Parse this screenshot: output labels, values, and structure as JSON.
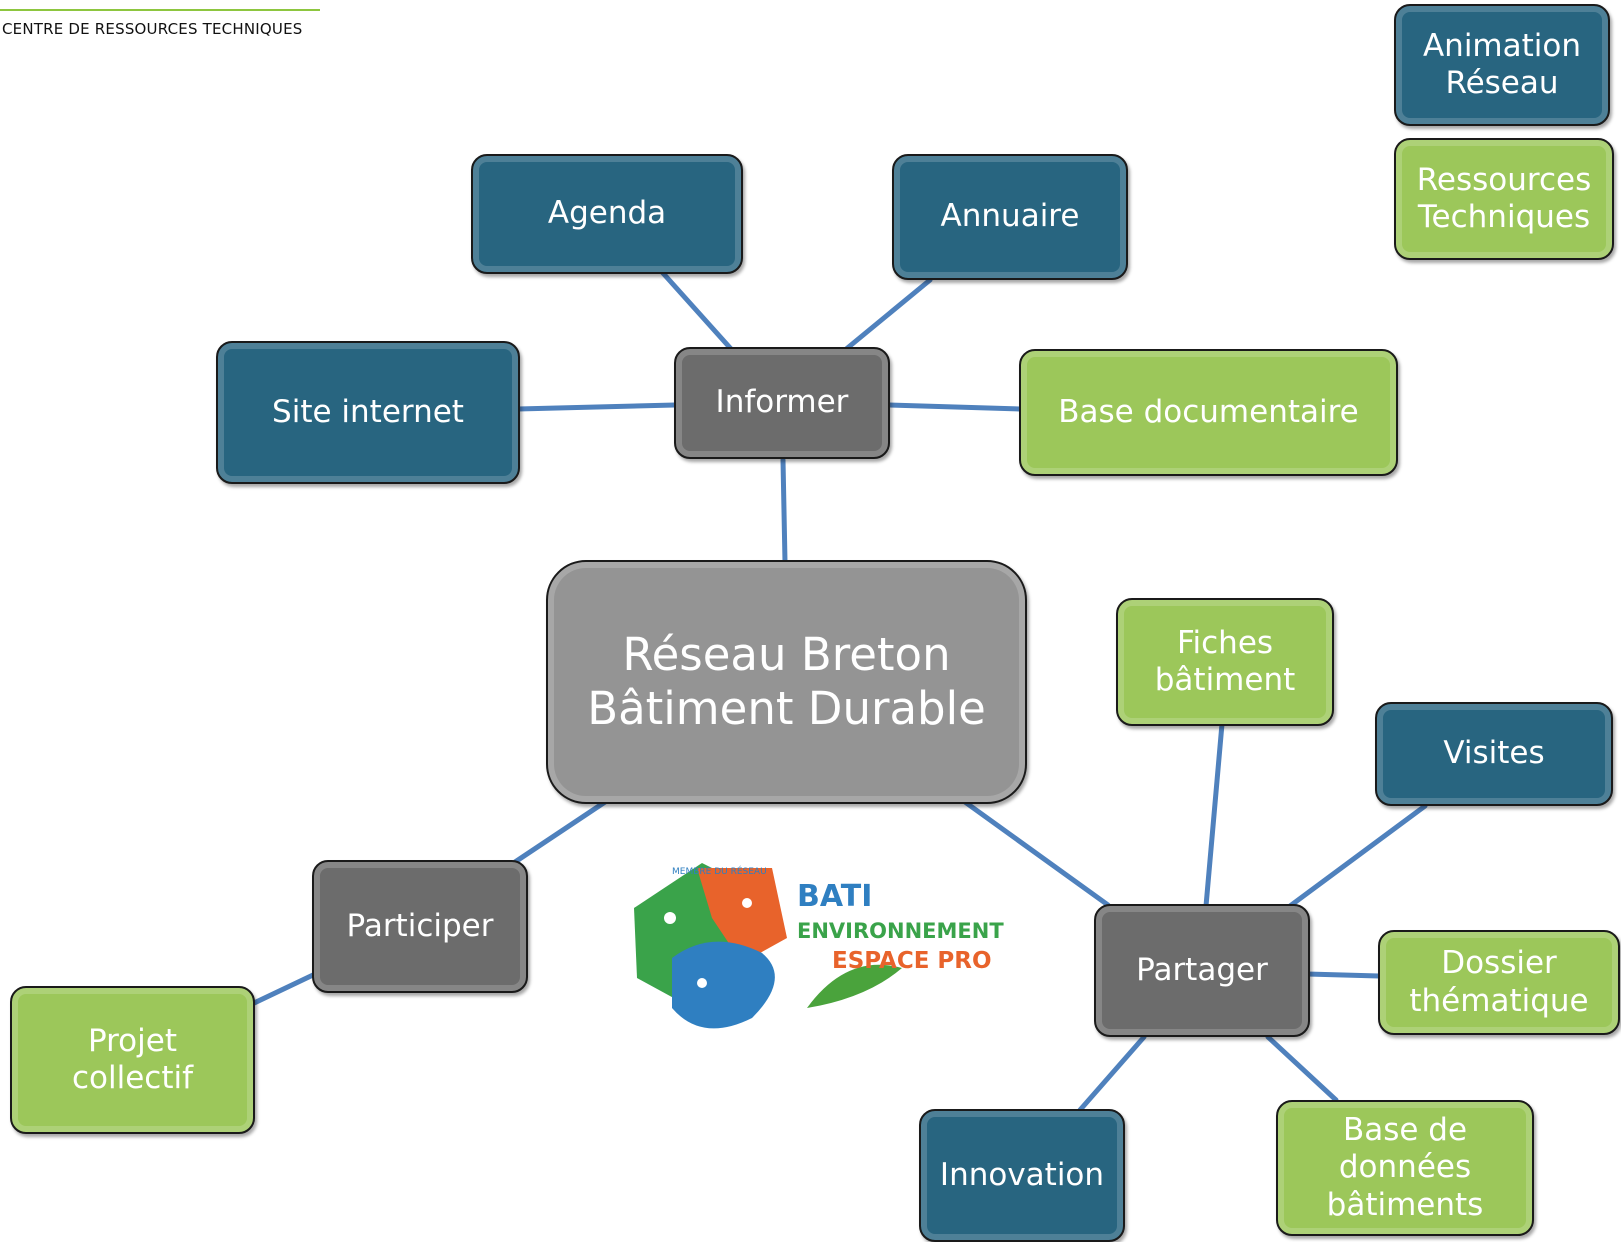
{
  "header": {
    "title": "CENTRE DE RESSOURCES TECHNIQUES"
  },
  "colors": {
    "blue": "#286580",
    "green": "#9cc75a",
    "grey": "#6c6c6c",
    "center": "#949494",
    "line": "#4f81bd"
  },
  "legend": {
    "animation": "Animation\nRéseau",
    "ressources": "Ressources\nTechniques"
  },
  "nodes": {
    "center": "Réseau Breton\nBâtiment Durable",
    "informer": "Informer",
    "participer": "Participer",
    "partager": "Partager",
    "agenda": "Agenda",
    "annuaire": "Annuaire",
    "site_internet": "Site internet",
    "base_documentaire": "Base documentaire",
    "projet_collectif": "Projet\ncollectif",
    "fiches_batiment": "Fiches\nbâtiment",
    "visites": "Visites",
    "dossier_thematique": "Dossier\nthématique",
    "base_donnees": "Base de\ndonnées\nbâtiments",
    "innovation": "Innovation"
  },
  "logo": {
    "line1": "BATI",
    "line2": "ENVIRONNEMENT",
    "line3": "ESPACE PRO",
    "ring": "MEMBRE DU RÉSEAU"
  }
}
